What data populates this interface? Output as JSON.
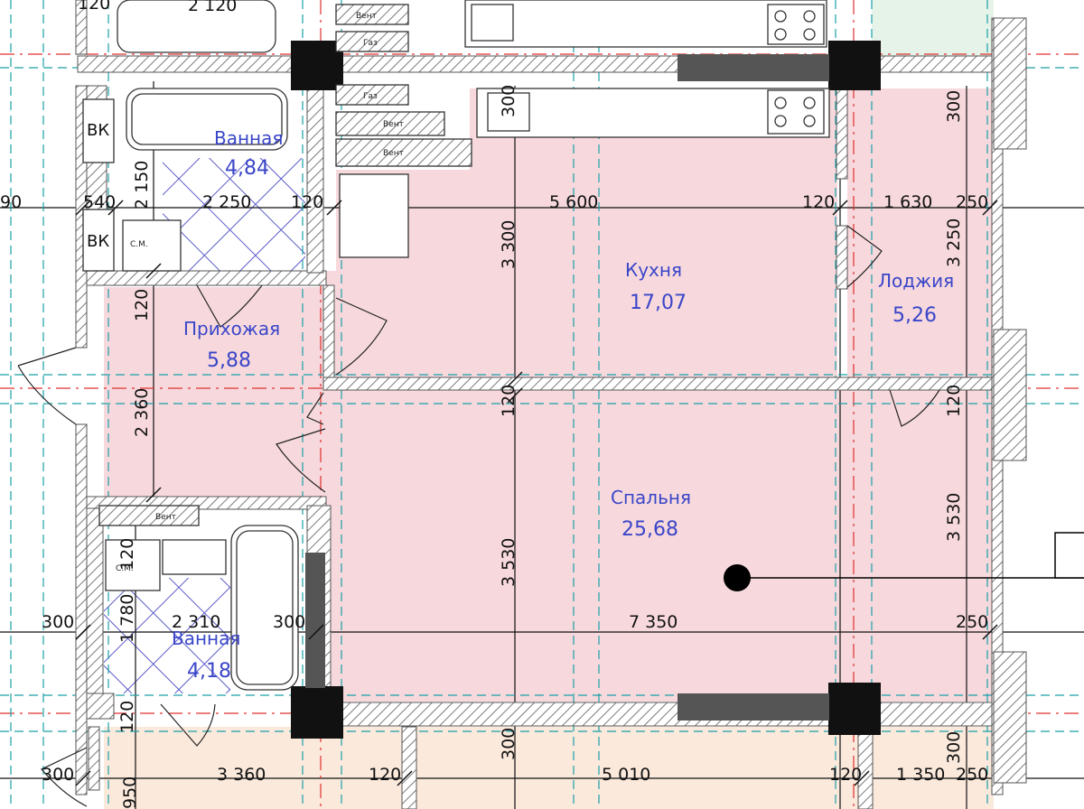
{
  "rooms": {
    "bath_top": {
      "name": "Ванная",
      "area": "4,84"
    },
    "kitchen": {
      "name": "Кухня",
      "area": "17,07"
    },
    "loggia": {
      "name": "Лоджия",
      "area": "5,26"
    },
    "hall": {
      "name": "Прихожая",
      "area": "5,88"
    },
    "bedroom": {
      "name": "Спальня",
      "area": "25,68"
    },
    "bath_bottom": {
      "name": "Ванная",
      "area": "4,18"
    }
  },
  "tags": {
    "vk": "ВК",
    "vent": "Вент",
    "gas": "Газ",
    "sm": "С.М."
  },
  "dims": {
    "top_2120": "2 120",
    "top_120": "120",
    "r1_90": "90",
    "r1_540": "540",
    "r1_2250": "2 250",
    "r1_120a": "120",
    "r1_5600": "5 600",
    "r1_120b": "120",
    "r1_1630": "1 630",
    "r1_250": "250",
    "v_2150": "2 150",
    "v_300_sink": "300",
    "v_3300": "3 300",
    "v_3250": "3 250",
    "v_300_right": "300",
    "v_120_hall": "120",
    "v_2360": "2 360",
    "v_120_mid": "120",
    "v_120_right": "120",
    "v_3530_mid": "3 530",
    "v_3530_right": "3 530",
    "v_120_bath": "120",
    "v_1780": "1 780",
    "r2_300a": "300",
    "r2_2310": "2 310",
    "r2_300b": "300",
    "r2_7350": "7 350",
    "r2_250": "250",
    "v_120_bottom": "120",
    "v_300_bottom": "300",
    "v_300_bottom_right": "300",
    "b_300": "300",
    "b_3360": "3 360",
    "b_120a": "120",
    "b_5010": "5 010",
    "b_120b": "120",
    "b_1350": "1 350",
    "b_250": "250",
    "b_950": "950"
  },
  "colors": {
    "room_fill": "#f7d9dd",
    "wall": "#9a9a9a",
    "column": "#111111",
    "label": "#3a46c8",
    "axis": "#1aa0a8",
    "red_axis": "#e03030"
  }
}
